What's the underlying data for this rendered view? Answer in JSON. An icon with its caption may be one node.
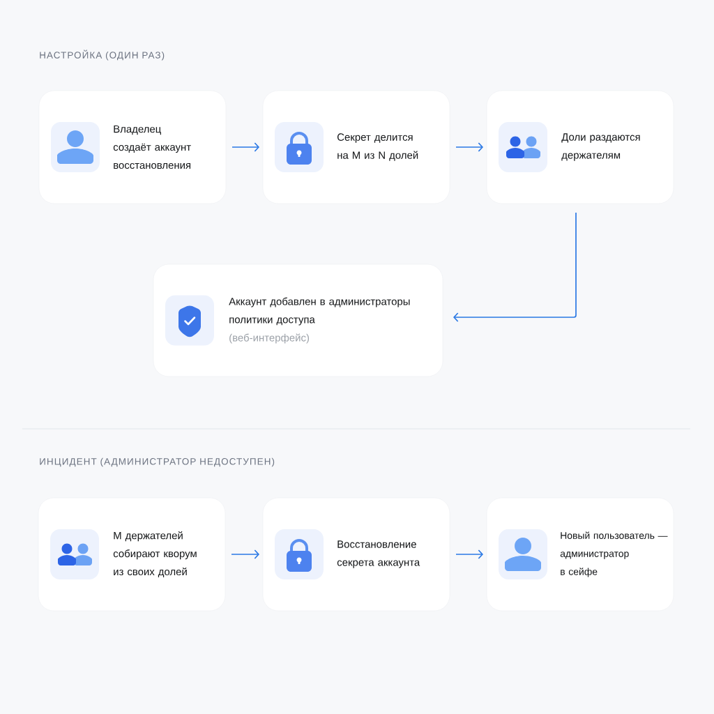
{
  "diagram": {
    "nodes": [
      {
        "text": [
          "Владелец создаёт аккаунт восстановления"
        ]
      },
      {
        "text": [
          "Секрет делится на M из N долей"
        ]
      },
      {
        "text": [
          "Доли раздаются держателям"
        ]
      },
      {
        "text": [
          "Аккаунт добавлен в администраторы политики доступа",
          "(веб-интерфейс)"
        ]
      },
      {
        "text": [
          "M держателей собирают кворум из своих долей"
        ]
      },
      {
        "text": [
          "Восстановление секрета аккаунта"
        ]
      },
      {
        "text": [
          "Новый пользователь — администратор в сейфе"
        ]
      }
    ],
    "edges": [
      {
        "from": 0,
        "to": 1,
        "arrow": "to"
      },
      {
        "from": 1,
        "to": 2,
        "arrow": "to"
      },
      {
        "from": 2,
        "to": 3,
        "arrow": "to"
      },
      {
        "from": 4,
        "to": 5,
        "arrow": "to"
      },
      {
        "from": 5,
        "to": 6,
        "arrow": "to"
      }
    ],
    "labels": [
      "НАСТРОЙКА (ОДИН РАЗ)",
      "ИНЦИДЕНТ (АДМИНИСТРАТОР НЕДОСТУПЕН)"
    ]
  }
}
